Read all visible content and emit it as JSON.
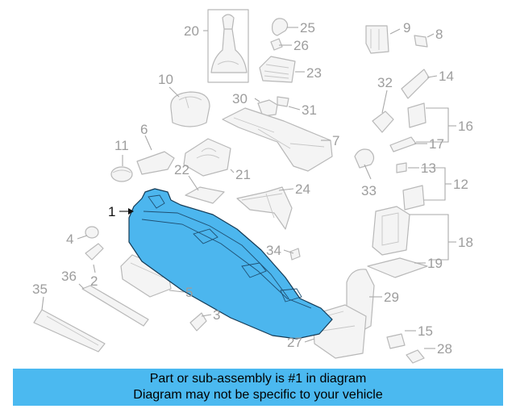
{
  "banner": {
    "line1": "Part or sub-assembly is #1 in diagram",
    "line2": "Diagram may not be specific to your vehicle"
  },
  "highlighted_part": "1",
  "callouts": {
    "c1": "1",
    "c2": "2",
    "c3": "3",
    "c4": "4",
    "c5": "5",
    "c6": "6",
    "c7": "7",
    "c8": "8",
    "c9": "9",
    "c10": "10",
    "c11": "11",
    "c12": "12",
    "c13": "13",
    "c14": "14",
    "c15": "15",
    "c16": "16",
    "c17": "17",
    "c18": "18",
    "c19": "19",
    "c20": "20",
    "c21": "21",
    "c22": "22",
    "c23": "23",
    "c24": "24",
    "c25": "25",
    "c26": "26",
    "c27": "27",
    "c28": "28",
    "c29": "29",
    "c30": "30",
    "c31": "31",
    "c32": "32",
    "c33": "33",
    "c34": "34",
    "c35": "35",
    "c36": "36"
  },
  "colors": {
    "highlight": "#4cb6ee",
    "banner": "#4bb9f0",
    "line": "#b8b8b8",
    "label": "#9d9d9d"
  }
}
